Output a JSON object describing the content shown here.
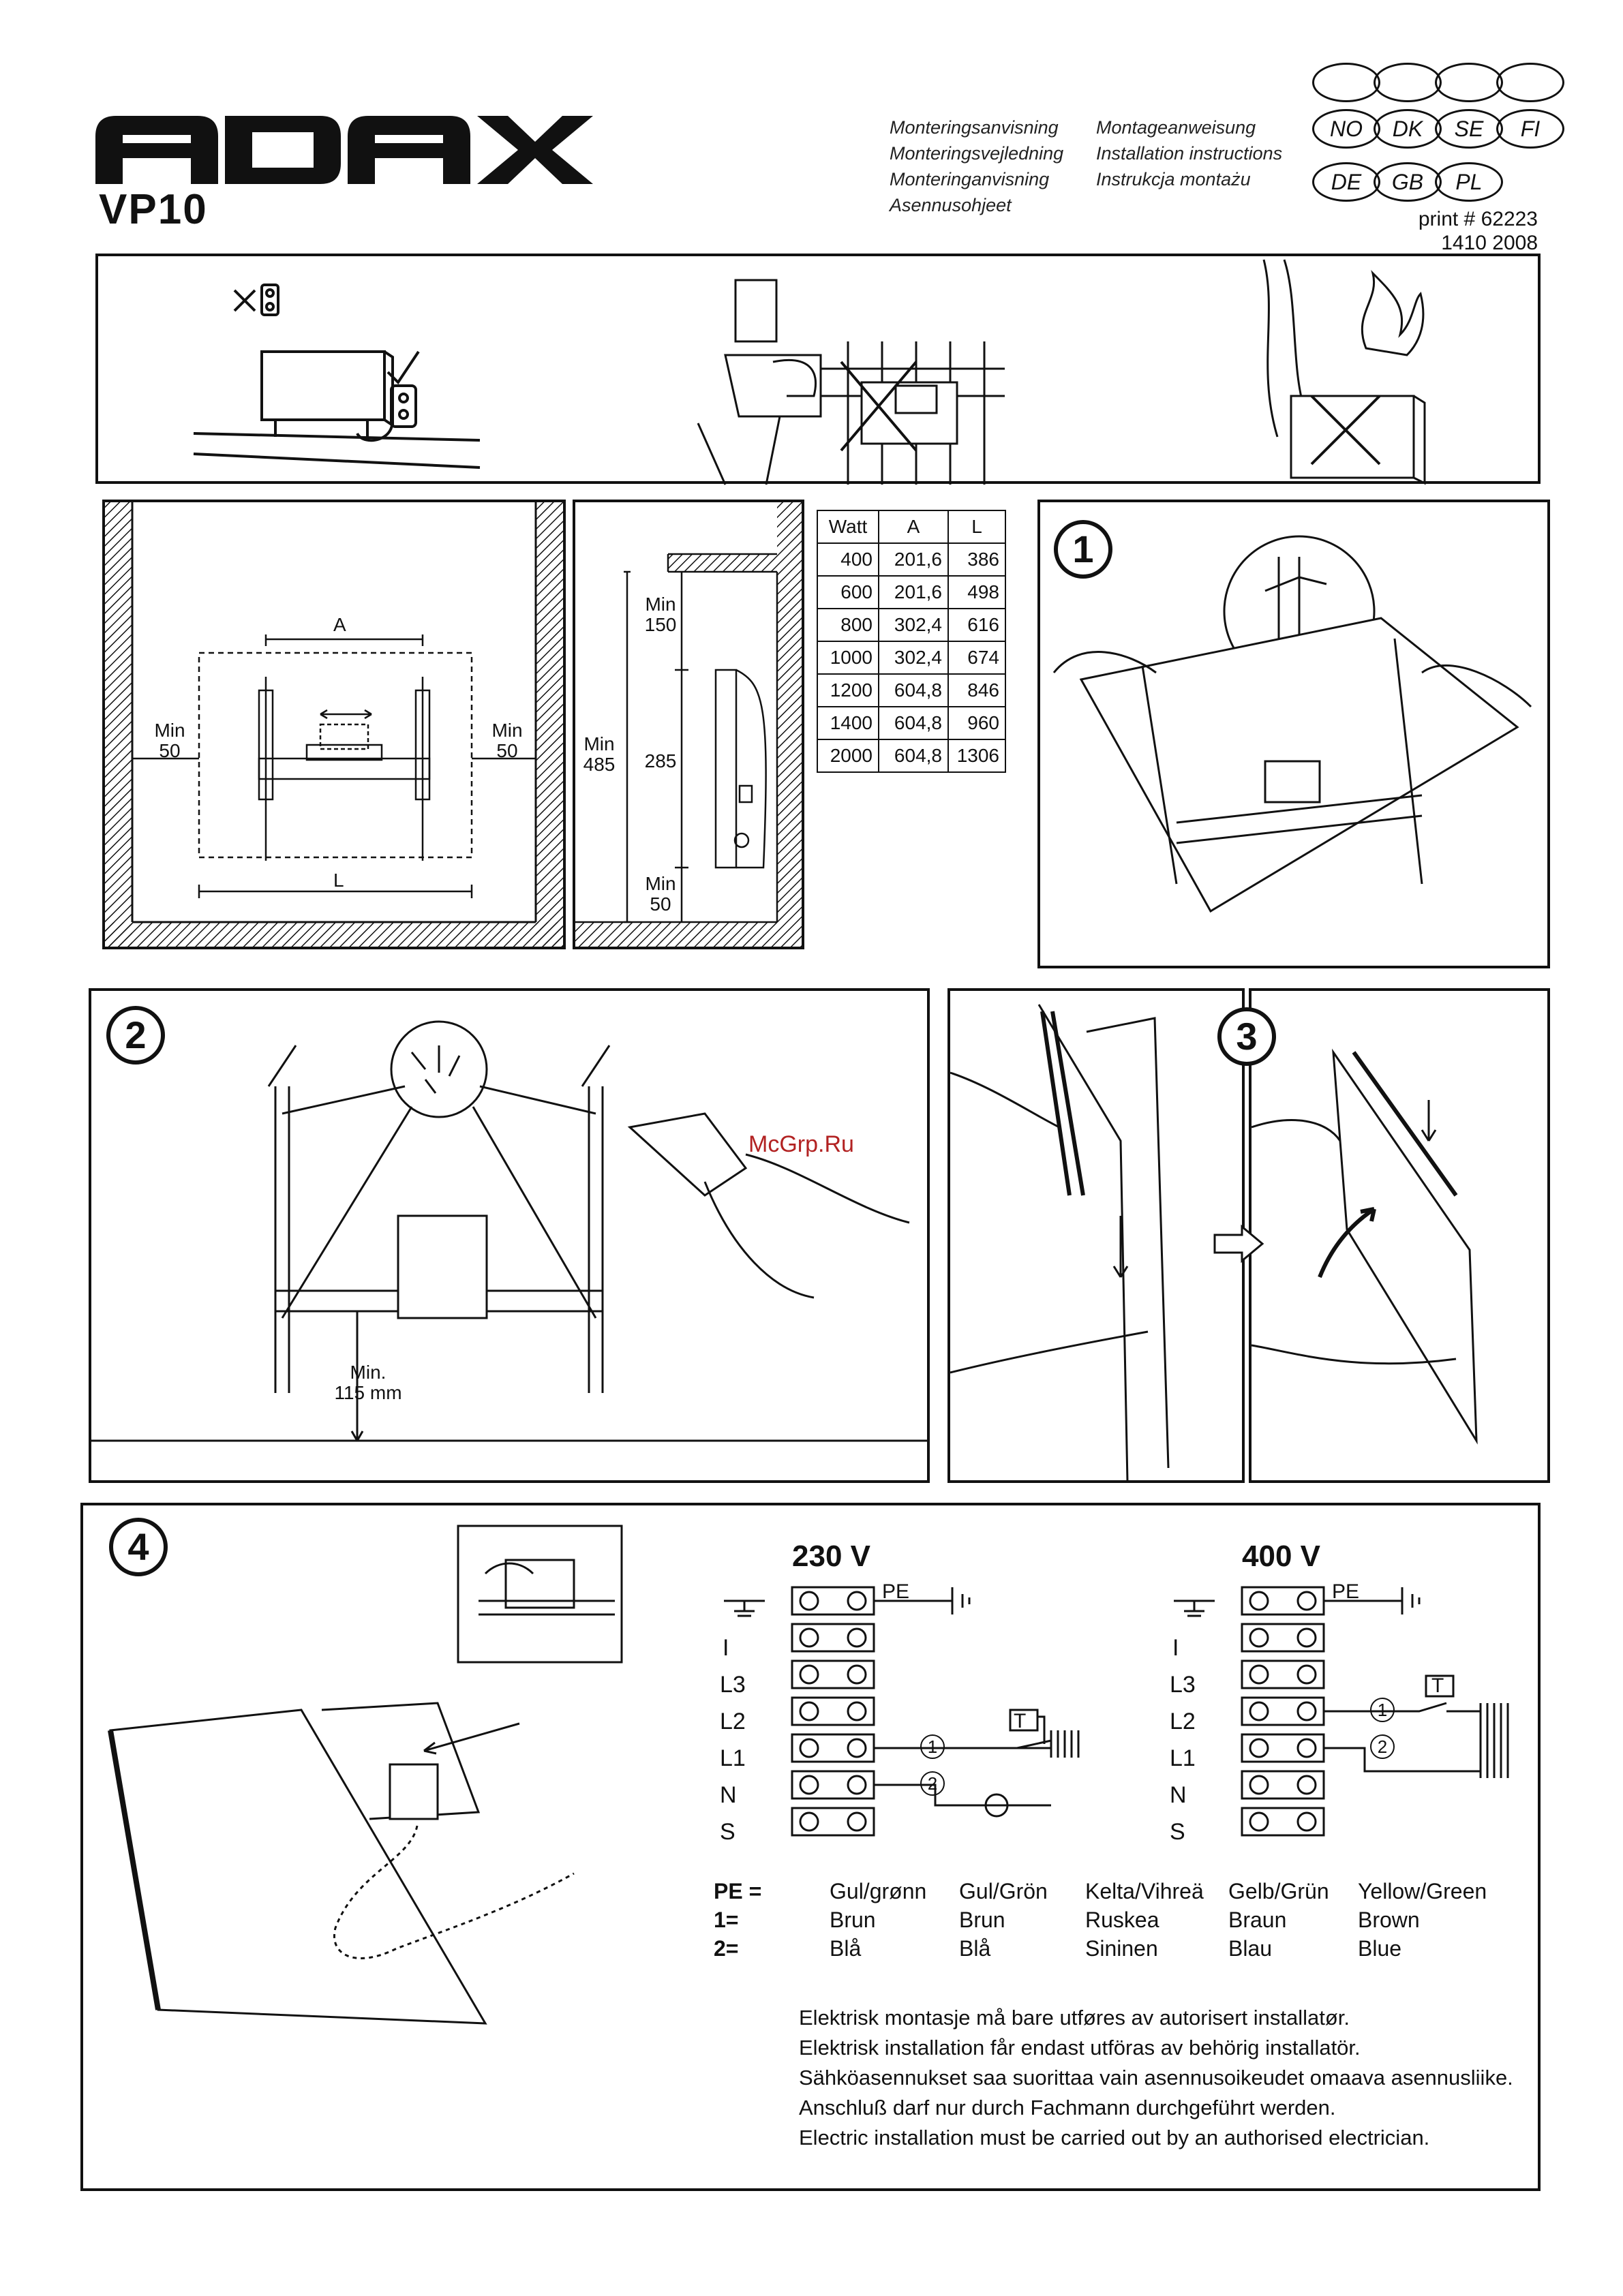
{
  "header": {
    "brand": "ADAX",
    "model": "VP10",
    "titles_col1": [
      "Monteringsanvisning",
      "Monteringsvejledning",
      "Monteringanvisning",
      "Asennusohjeet"
    ],
    "titles_col2": [
      "Montageanweisung",
      "Installation instructions",
      "Instrukcja montażu"
    ],
    "langs_row1": [
      "NO",
      "DK",
      "SE",
      "FI"
    ],
    "langs_row2": [
      "DE",
      "GB",
      "PL"
    ],
    "print_no": "print # 62223",
    "print_date": "1410 2008"
  },
  "watermark": "McGrp.Ru",
  "dims": {
    "front": {
      "a": "A",
      "l": "L",
      "min_left": "Min\n50",
      "min_right": "Min\n50"
    },
    "side": {
      "min_top": "Min\n150",
      "min_total": "Min\n485",
      "h": "285",
      "min_bottom": "Min\n50"
    }
  },
  "watt_table": {
    "headers": [
      "Watt",
      "A",
      "L"
    ],
    "rows": [
      [
        "400",
        "201,6",
        "386"
      ],
      [
        "600",
        "201,6",
        "498"
      ],
      [
        "800",
        "302,4",
        "616"
      ],
      [
        "1000",
        "302,4",
        "674"
      ],
      [
        "1200",
        "604,8",
        "846"
      ],
      [
        "1400",
        "604,8",
        "960"
      ],
      [
        "2000",
        "604,8",
        "1306"
      ]
    ]
  },
  "steps": [
    "1",
    "2",
    "3",
    "4"
  ],
  "step2": {
    "min_label": "Min.\n115 mm"
  },
  "wiring": {
    "v230": "230 V",
    "v400": "400 V",
    "pe": "PE",
    "terminals": [
      "",
      "I",
      "L3",
      "L2",
      "L1",
      "N",
      "S"
    ],
    "t_label": "T",
    "c1": "1",
    "c2": "2"
  },
  "legend": {
    "keys": [
      "PE =",
      "1=",
      "2="
    ],
    "columns": [
      [
        "Gul/grønn",
        "Brun",
        "Blå"
      ],
      [
        "Gul/Grön",
        "Brun",
        "Blå"
      ],
      [
        "Kelta/Vihreä",
        "Ruskea",
        "Sininen"
      ],
      [
        "Gelb/Grün",
        "Braun",
        "Blau"
      ],
      [
        "Yellow/Green",
        "Brown",
        "Blue"
      ]
    ]
  },
  "notes": [
    "Elektrisk montasje må bare utføres av autorisert installatør.",
    "Elektrisk installation får endast utföras av behörig installatör.",
    "Sähköasennukset saa suorittaa vain asennusoikeudet omaava asennusliike.",
    "Anschluß darf nur durch Fachmann durchgeführt werden.",
    "Electric installation must be carried out by an authorised electrician."
  ]
}
